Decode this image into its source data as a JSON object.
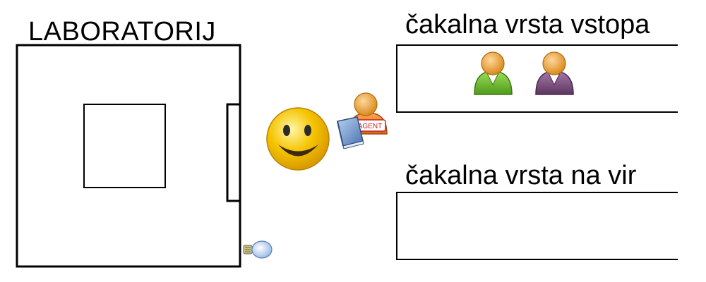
{
  "labels": {
    "lab": "LABORATORIJ",
    "entry_queue": "čakalna vrsta vstopa",
    "resource_queue": "čakalna vrsta na vir",
    "agent_badge": "AGENT"
  },
  "icons": {
    "smiley": "smiley-face-icon",
    "book": "book-icon",
    "agent": "agent-person-icon",
    "person_green": "person-green-icon",
    "person_purple": "person-purple-icon",
    "bulb": "light-bulb-icon"
  },
  "colors": {
    "line": "#000000",
    "smiley": "#f5c400",
    "person_green": "#6cc02c",
    "person_purple": "#7b4b7d",
    "agent": "#f08a24",
    "book": "#5a86c4"
  }
}
